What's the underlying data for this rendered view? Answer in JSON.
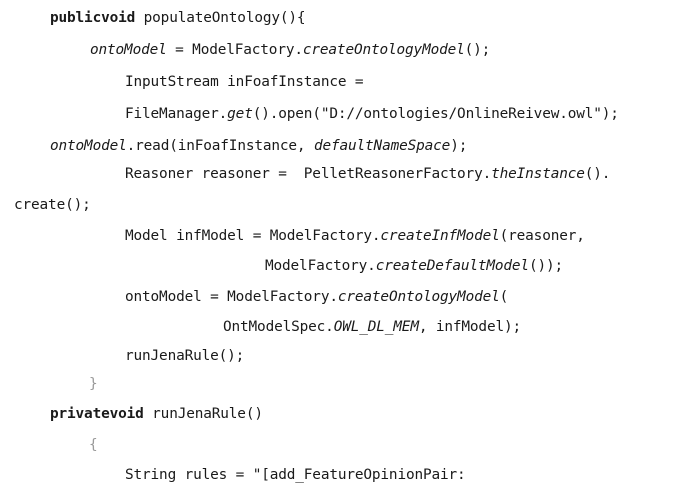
{
  "code": {
    "lines": [
      {
        "segments": [
          {
            "t": "publicvoid",
            "s": "kw"
          },
          {
            "t": " populateOntology(){"
          }
        ]
      },
      {
        "segments": [
          {
            "t": "ontoModel",
            "s": "it"
          },
          {
            "t": " = ModelFactory."
          },
          {
            "t": "createOntologyModel",
            "s": "it"
          },
          {
            "t": "();"
          }
        ]
      },
      {
        "segments": [
          {
            "t": "InputStream inFoafInstance ="
          }
        ]
      },
      {
        "segments": [
          {
            "t": "FileManager."
          },
          {
            "t": "get",
            "s": "it"
          },
          {
            "t": "().open(\"D://ontologies/OnlineReivew.owl\");"
          }
        ]
      },
      {
        "segments": [
          {
            "t": "ontoModel",
            "s": "it"
          },
          {
            "t": ".read(inFoafInstance, "
          },
          {
            "t": "defaultNameSpace",
            "s": "it"
          },
          {
            "t": ");"
          }
        ]
      },
      {
        "segments": [
          {
            "t": "Reasoner reasoner =  PelletReasonerFactory."
          },
          {
            "t": "theInstance",
            "s": "it"
          },
          {
            "t": "()."
          }
        ]
      },
      {
        "segments": [
          {
            "t": "create();"
          }
        ]
      },
      {
        "segments": [
          {
            "t": "Model infModel = ModelFactory."
          },
          {
            "t": "createInfModel",
            "s": "it"
          },
          {
            "t": "(reasoner,"
          }
        ]
      },
      {
        "segments": [
          {
            "t": "ModelFactory."
          },
          {
            "t": "createDefaultModel",
            "s": "it"
          },
          {
            "t": "());"
          }
        ]
      },
      {
        "segments": [
          {
            "t": "ontoModel = ModelFactory."
          },
          {
            "t": "createOntologyModel",
            "s": "it"
          },
          {
            "t": "("
          }
        ]
      },
      {
        "segments": [
          {
            "t": "OntModelSpec."
          },
          {
            "t": "OWL_DL_MEM",
            "s": "it"
          },
          {
            "t": ", infModel);"
          }
        ]
      },
      {
        "segments": [
          {
            "t": "runJenaRule();"
          }
        ]
      },
      {
        "segments": [
          {
            "t": "}",
            "s": "br"
          }
        ]
      },
      {
        "segments": [
          {
            "t": "privatevoid",
            "s": "kw"
          },
          {
            "t": " runJenaRule()"
          }
        ]
      },
      {
        "segments": [
          {
            "t": "{",
            "s": "br"
          }
        ]
      },
      {
        "segments": [
          {
            "t": "String rules = \"[add_FeatureOpinionPair:"
          }
        ]
      }
    ]
  }
}
